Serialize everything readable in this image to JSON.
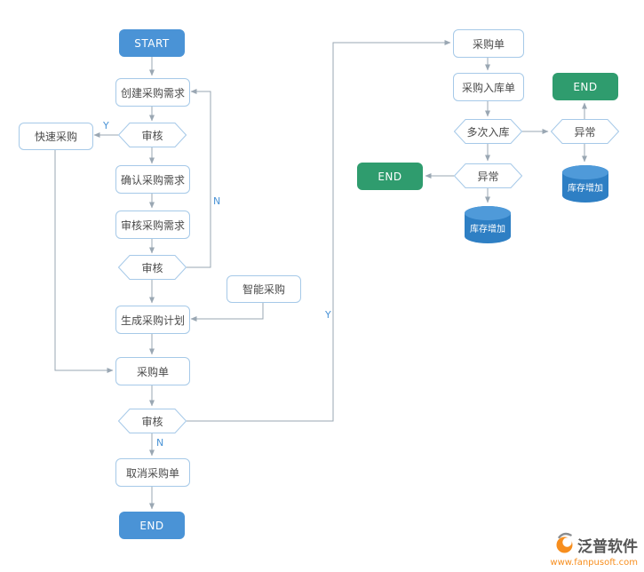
{
  "diagram": {
    "nodes": {
      "start": "START",
      "create_req": "创建采购需求",
      "review1": "审核",
      "quick_purchase": "快速采购",
      "confirm_req": "确认采购需求",
      "review_req": "审核采购需求",
      "review2": "审核",
      "smart_purchase": "智能采购",
      "gen_plan": "生成采购计划",
      "purchase_order": "采购单",
      "review3": "审核",
      "cancel_order": "取消采购单",
      "end_main": "END",
      "purchase_order_in": "采购单",
      "inbound_order": "采购入库单",
      "multi_inbound": "多次入库",
      "abnormal_right": "异常",
      "end_right": "END",
      "abnormal_mid": "异常",
      "end_mid": "END",
      "stock_increase_mid": "库存增加",
      "stock_increase_right": "库存增加"
    },
    "edge_labels": {
      "y1": "Y",
      "n1": "N",
      "n2": "N",
      "y2": "Y"
    }
  },
  "watermark": {
    "brand": "泛普软件",
    "url": "www.fanpusoft.com"
  },
  "colors": {
    "primary_blue": "#4a93d6",
    "end_green": "#2f9c6e",
    "node_border": "#a6c9e8",
    "connector": "#9aa7b3",
    "cylinder_blue": "#2e7fc4",
    "brand_orange": "#f78e1e"
  }
}
